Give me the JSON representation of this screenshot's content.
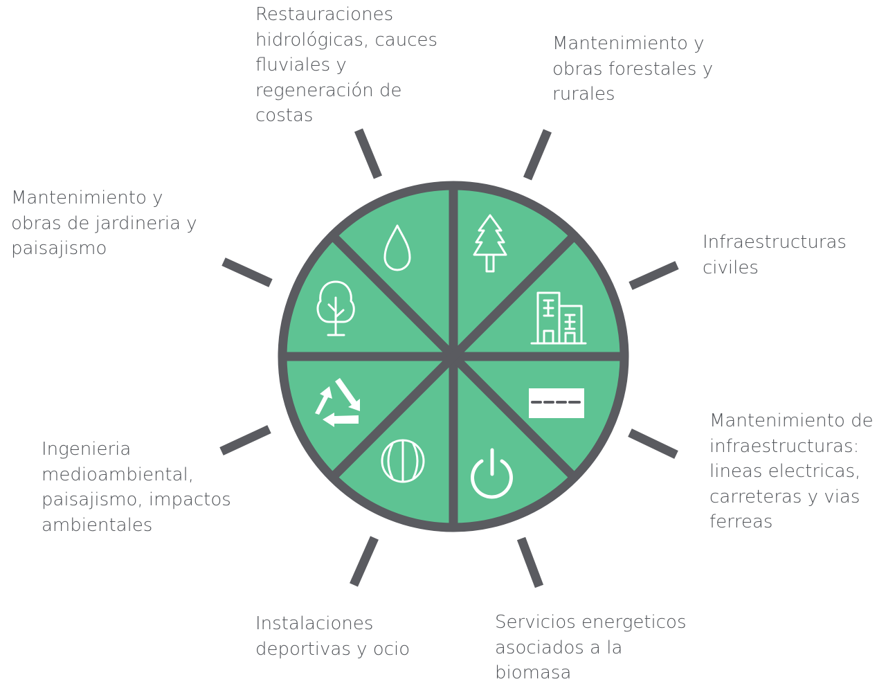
{
  "colors": {
    "segment_fill": "#5ec393",
    "outline": "#5a5b60",
    "icon_stroke": "#ffffff",
    "text": "#4f5257"
  },
  "segments": [
    {
      "icon": "tree-icon",
      "label": [
        "Mantenimiento  y",
        "obras forestales y",
        "rurales"
      ]
    },
    {
      "icon": "building-icon",
      "label": [
        "Infraestructuras",
        "civiles"
      ]
    },
    {
      "icon": "road-icon",
      "label": [
        "Mantenimiento de",
        "infraestructuras:",
        "lineas electricas,",
        "carreteras y vias",
        "ferreas"
      ]
    },
    {
      "icon": "power-icon",
      "label": [
        "Servicios energeticos",
        "asociados a la",
        "biomasa"
      ]
    },
    {
      "icon": "ball-icon",
      "label": [
        "Instalaciones",
        "deportivas y ocio"
      ]
    },
    {
      "icon": "recycle-icon",
      "label": [
        "Ingenieria",
        "medioambiental,",
        "paisajismo, impactos",
        "ambientales"
      ]
    },
    {
      "icon": "park-tree-icon",
      "label": [
        "Mantenimiento y",
        "obras de jardineria y",
        "paisajismo"
      ]
    },
    {
      "icon": "water-drop-icon",
      "label": [
        "Restauraciones",
        "hidrológicas, cauces",
        "fluviales y",
        "regeneración de",
        "costas"
      ]
    }
  ]
}
